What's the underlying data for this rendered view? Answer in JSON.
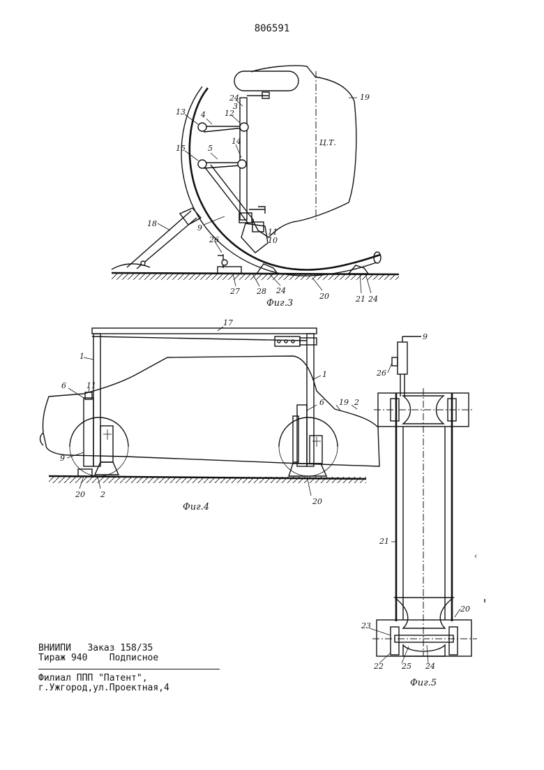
{
  "document": {
    "number": "806591",
    "imprint": {
      "line1": "ВНИИПИ   Заказ 158/35",
      "line2": "Тираж 940    Подписное",
      "line3": "Филиал ППП \"Патент\",",
      "line4": "г.Ужгород,ул.Проектная,4"
    }
  },
  "figures": {
    "fig3": {
      "caption": "Фиг.3",
      "center_mark": "Ц.Т.",
      "labels": [
        "24",
        "3",
        "19",
        "13",
        "4",
        "12",
        "15",
        "5",
        "14",
        "18",
        "9",
        "11",
        "10",
        "26",
        "27",
        "28",
        "24",
        "20",
        "21",
        "24"
      ]
    },
    "fig4": {
      "caption": "Фиг.4",
      "labels": [
        "17",
        "1",
        "1",
        "6",
        "11",
        "6",
        "19",
        "2",
        "9",
        "20",
        "2",
        "20"
      ]
    },
    "fig5": {
      "caption": "Фиг.5",
      "labels": [
        "9",
        "26",
        "21",
        "20",
        "23",
        "22",
        "25",
        "24"
      ]
    }
  }
}
